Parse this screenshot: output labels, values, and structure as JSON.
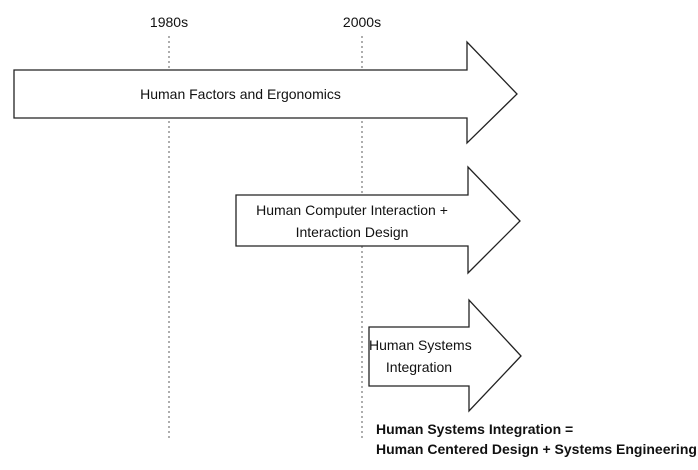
{
  "eras": [
    "1980s",
    "2000s"
  ],
  "arrows": [
    {
      "lines": [
        "Human Factors and Ergonomics"
      ]
    },
    {
      "lines": [
        "Human Computer Interaction +",
        "Interaction Design"
      ]
    },
    {
      "lines": [
        "Human Systems",
        "Integration"
      ]
    }
  ],
  "definition": {
    "line1": "Human Systems Integration =",
    "line2": "Human Centered Design + Systems Engineering"
  }
}
